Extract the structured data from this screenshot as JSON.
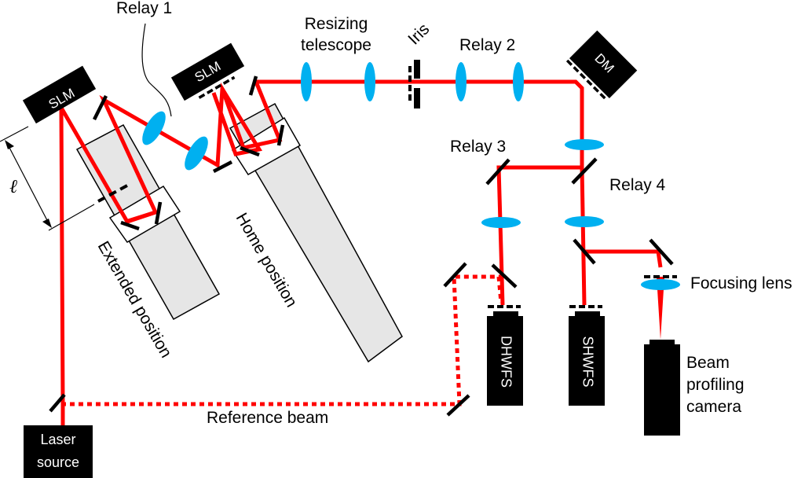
{
  "diagram": {
    "title": "Optical setup with SLM, DM, wavefront sensors and beam profiling camera",
    "colors": {
      "beam": "#ff0000",
      "lens": "#00b0f0",
      "device": "#000000",
      "stage": "#e6e6e6",
      "background": "#ffffff"
    },
    "devices": {
      "slm_left": "SLM",
      "slm_right": "SLM",
      "dm": "DM",
      "dhwfs": "DHWFS",
      "shwfs": "SHWFS",
      "laser_line1": "Laser",
      "laser_line2": "source"
    },
    "labels": {
      "relay1": "Relay 1",
      "resizing_line1": "Resizing",
      "resizing_line2": "telescope",
      "iris": "Iris",
      "relay2": "Relay 2",
      "relay3": "Relay 3",
      "relay4": "Relay 4",
      "focusing_lens": "Focusing lens",
      "camera_line1": "Beam",
      "camera_line2": "profiling",
      "camera_line3": "camera",
      "extended_position": "Extended position",
      "home_position": "Home position",
      "reference_beam": "Reference beam",
      "length_symbol": "ℓ"
    }
  }
}
